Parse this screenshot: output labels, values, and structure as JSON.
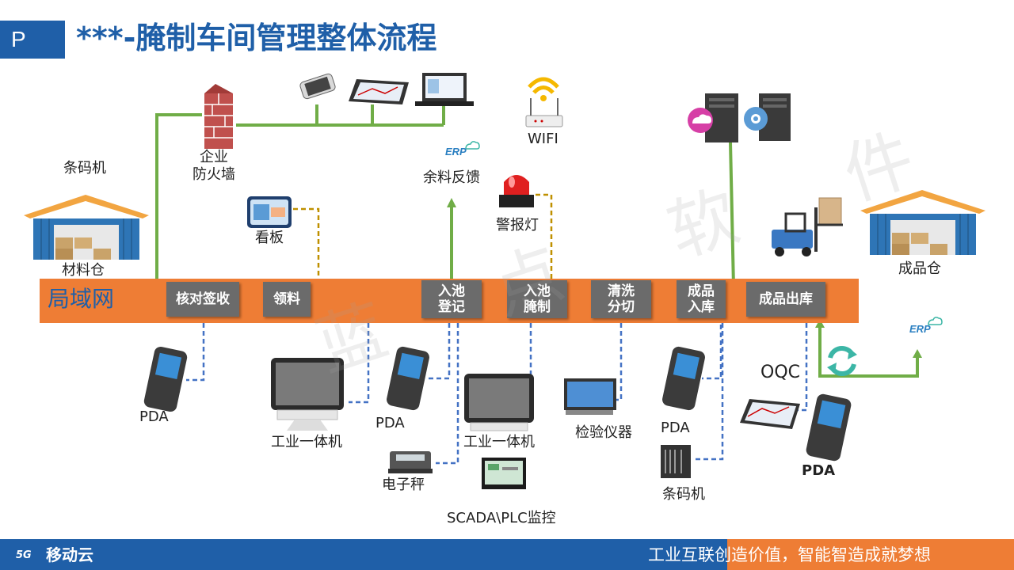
{
  "header": {
    "page_marker": "P",
    "title": "***-腌制车间管理整体流程"
  },
  "network": {
    "lan_label": "局域网"
  },
  "steps": [
    "核对签收",
    "领料",
    "入池\n登记",
    "入池\n腌制",
    "清洗\n分切",
    "成品\n入库",
    "成品出库"
  ],
  "labels": {
    "barcode_printer_top": "条码机",
    "material_warehouse": "材料仓",
    "firewall": "企业\n防火墙",
    "kanban": "看板",
    "wifi": "WIFI",
    "erp_feedback": "余料反馈",
    "alarm_light": "警报灯",
    "product_warehouse": "成品仓",
    "erp_logo": "ERP",
    "pda_1": "PDA",
    "industrial_pc_1": "工业一体机",
    "pda_2": "PDA",
    "industrial_pc_2": "工业一体机",
    "scale": "电子秤",
    "scada": "SCADA\\PLC监控",
    "inspection": "检验仪器",
    "pda_3": "PDA",
    "barcode_printer_bottom": "条码机",
    "oqc": "OQC",
    "pda_4": "PDA"
  },
  "watermark": "蓝 点 软 件",
  "footer": {
    "logo_text": "移动云",
    "logo_badge": "5G",
    "slogan": "工业互联创造价值，智能智造成就梦想"
  },
  "colors": {
    "brand_blue": "#1f5fa8",
    "lan_orange": "#ee7d35",
    "green_line": "#70ad47",
    "dashed_blue": "#4472c4",
    "dashed_gold": "#bf9000",
    "diamond": "#b8860b"
  }
}
